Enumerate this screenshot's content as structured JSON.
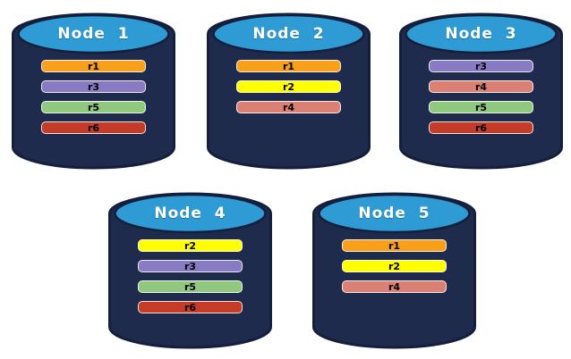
{
  "diagram": {
    "background": "#FFFFFF",
    "cylinder": {
      "body_color": "#1F2B4D",
      "outline_color": "#131F3C",
      "top_color": "#2E9BD5",
      "title_color": "#FFFFFF"
    },
    "replica_colors": {
      "r1": "#F9A01B",
      "r2": "#FFFF00",
      "r3": "#897AC4",
      "r4": "#DB8072",
      "r5": "#90C87E",
      "r6": "#C43B27"
    },
    "nodes": [
      {
        "label": "Node  1",
        "replicas": [
          {
            "label": "r1",
            "color": "#F9A01B"
          },
          {
            "label": "r3",
            "color": "#897AC4"
          },
          {
            "label": "r5",
            "color": "#90C87E"
          },
          {
            "label": "r6",
            "color": "#C43B27"
          }
        ]
      },
      {
        "label": "Node  2",
        "replicas": [
          {
            "label": "r1",
            "color": "#F9A01B"
          },
          {
            "label": "r2",
            "color": "#FFFF00"
          },
          {
            "label": "r4",
            "color": "#DB8072"
          }
        ]
      },
      {
        "label": "Node  3",
        "replicas": [
          {
            "label": "r3",
            "color": "#897AC4"
          },
          {
            "label": "r4",
            "color": "#DB8072"
          },
          {
            "label": "r5",
            "color": "#90C87E"
          },
          {
            "label": "r6",
            "color": "#C43B27"
          }
        ]
      },
      {
        "label": "Node  4",
        "replicas": [
          {
            "label": "r2",
            "color": "#FFFF00"
          },
          {
            "label": "r3",
            "color": "#897AC4"
          },
          {
            "label": "r5",
            "color": "#90C87E"
          },
          {
            "label": "r6",
            "color": "#C43B27"
          }
        ]
      },
      {
        "label": "Node  5",
        "replicas": [
          {
            "label": "r1",
            "color": "#F9A01B"
          },
          {
            "label": "r2",
            "color": "#FFFF00"
          },
          {
            "label": "r4",
            "color": "#DB8072"
          }
        ]
      }
    ]
  }
}
